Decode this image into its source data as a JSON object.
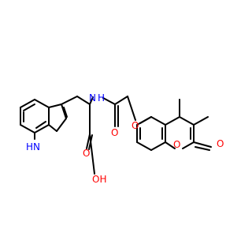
{
  "molecule": {
    "atom_colors": {
      "C": "#000000",
      "N": "#0000ff",
      "O": "#ff0000"
    },
    "labels": [
      {
        "id": "nh_indole",
        "text": "H",
        "sub_text": "N",
        "element": "N"
      },
      {
        "id": "nh_amide",
        "text": "H",
        "sub_text": "N",
        "element": "N"
      },
      {
        "id": "o_amide",
        "text": "O",
        "element": "O"
      },
      {
        "id": "o_acid_dbl",
        "text": "O",
        "element": "O"
      },
      {
        "id": "oh_acid",
        "text": "OH",
        "element": "O"
      },
      {
        "id": "o_ether",
        "text": "O",
        "element": "O"
      },
      {
        "id": "o_ring",
        "text": "O",
        "element": "O"
      },
      {
        "id": "o_lactone",
        "text": "O",
        "element": "O"
      }
    ]
  }
}
